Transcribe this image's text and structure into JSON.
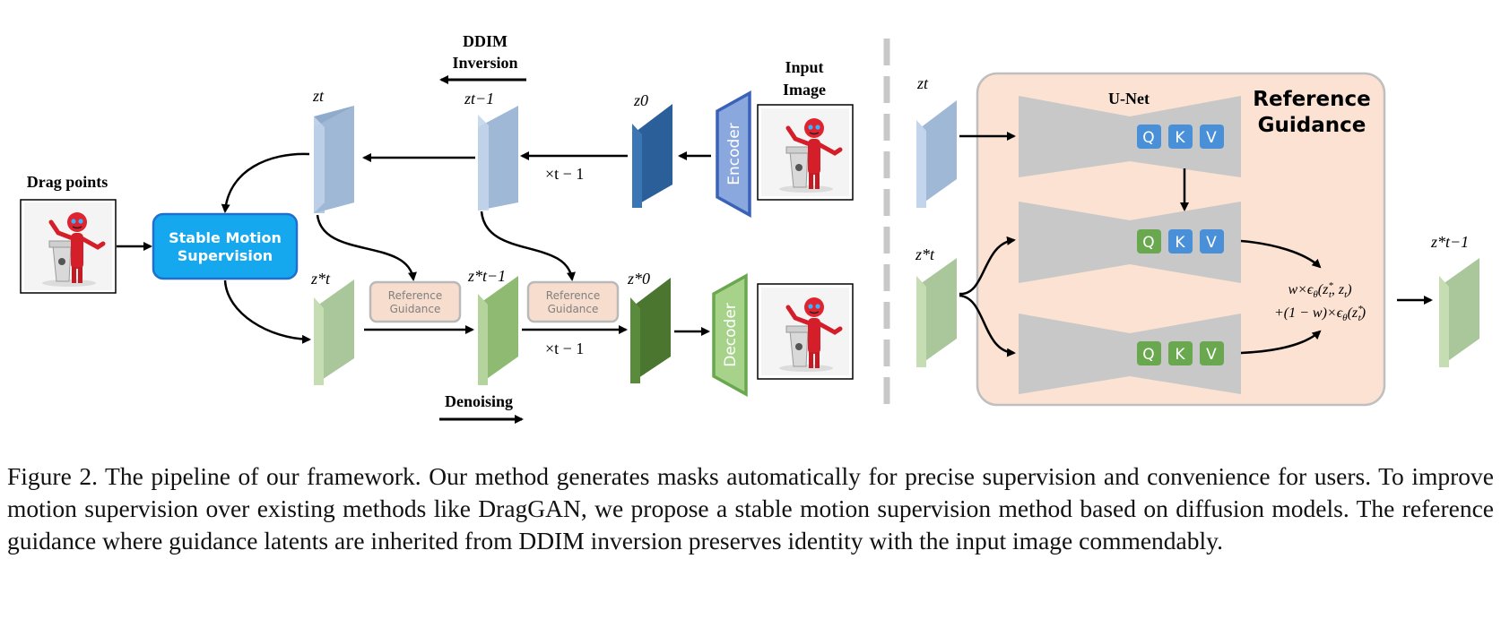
{
  "colors": {
    "latent_blue_light": "#b3c9e6",
    "latent_blue_mid": "#8fabcc",
    "latent_blue_dark": "#2a5f99",
    "latent_green_light": "#c6dcb3",
    "latent_green_mid": "#8fba72",
    "latent_green_dark": "#4a7630",
    "stable_motion_fill": "#16a8ee",
    "stable_motion_stroke": "#1f6fcc",
    "ref_box_fill": "#f7ddcd",
    "ref_box_stroke": "#b9b9b9",
    "panel_fill": "#fbe2d2",
    "panel_stroke": "#bfbfbf",
    "unet_gray": "#c8c8c8",
    "qkv_blue": "#4a90d9",
    "qkv_green": "#6aa84f",
    "encoder_fill": "#8aa8dd",
    "encoder_stroke": "#3a62b8",
    "decoder_fill": "#a6d28a",
    "decoder_stroke": "#6aa84f"
  },
  "labels": {
    "drag_points": "Drag points",
    "stable_motion_line1": "Stable Motion",
    "stable_motion_line2": "Supervision",
    "ddim_line1": "DDIM",
    "ddim_line2": "Inversion",
    "denoising": "Denoising",
    "input_image_line1": "Input",
    "input_image_line2": "Image",
    "encoder": "Encoder",
    "decoder": "Decoder",
    "times_t_minus_1": "×t − 1",
    "ref_guidance_line1": "Reference",
    "ref_guidance_line2": "Guidance",
    "panel_title_line1": "Reference",
    "panel_title_line2": "Guidance",
    "unet": "U-Net",
    "q": "Q",
    "k": "K",
    "v": "V",
    "formula_line1": "w×ϵθ(z*t, zt)",
    "formula_line2": "+(1 − w)×ϵθ(z*t)",
    "z_t": "zt",
    "z_t_minus_1": "zt−1",
    "z_0": "z0",
    "z_t_star": "z*t",
    "z_t_minus_1_star": "z*t−1",
    "z_0_star": "z*0"
  },
  "caption": "Figure 2. The pipeline of our framework. Our method generates masks automatically for precise supervision and convenience for users. To improve motion supervision over existing methods like DragGAN, we propose a stable motion supervision method based on diffusion models. The reference guidance where guidance latents are inherited from DDIM inversion preserves identity with the input image commendably."
}
